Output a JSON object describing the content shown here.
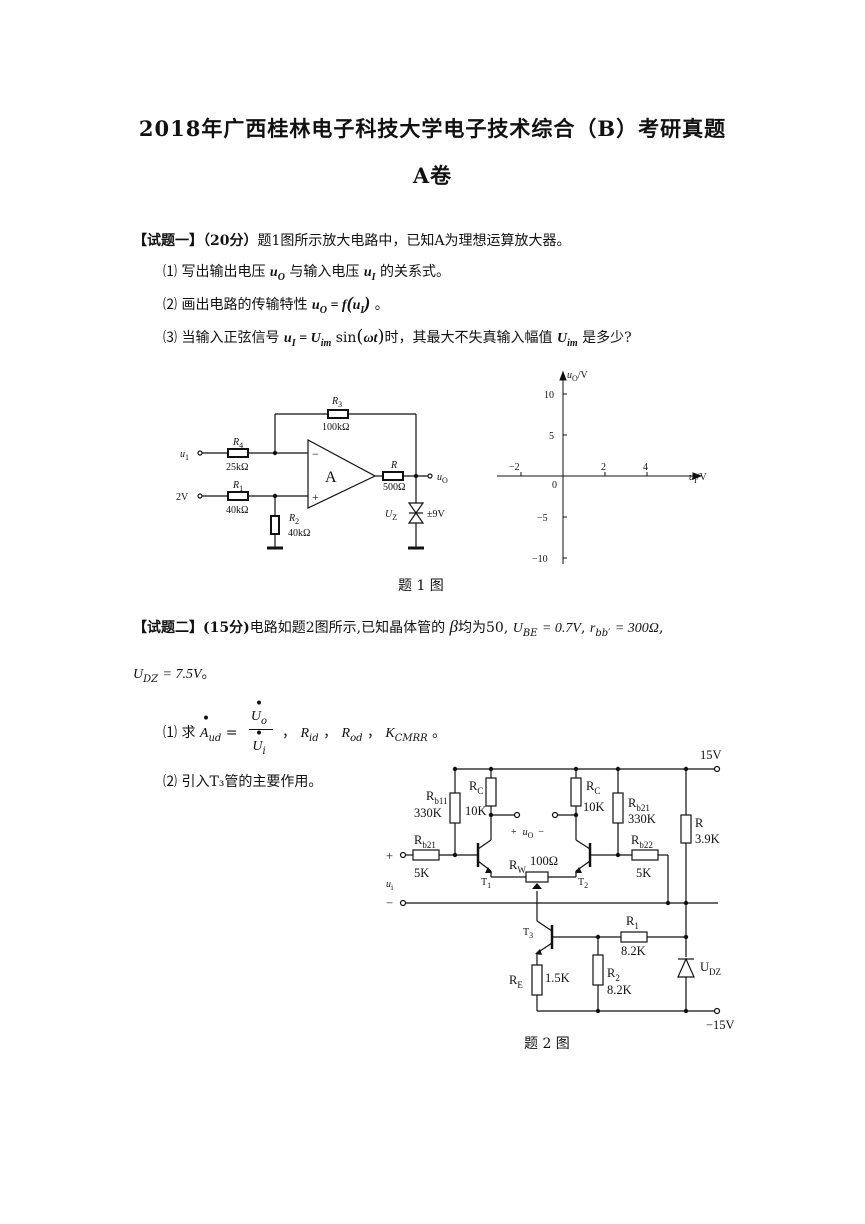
{
  "title": "2018年广西桂林电子科技大学电子技术综合（B）考研真题",
  "subtitle": "A卷",
  "q1": {
    "head": "【试题一】（20分）",
    "text": "题1图所示放大电路中，已知A为理想运算放大器。",
    "items": [
      {
        "num": "⑴",
        "pre": "写出输出电压",
        "mid": "与输入电压",
        "post": "的关系式。"
      },
      {
        "num": "⑵",
        "pre": "画出电路的传输特性",
        "post": "。"
      },
      {
        "num": "⑶",
        "pre": "当输入正弦信号",
        "mid": "时，其最大不失真输入幅值",
        "post": "是多少?"
      }
    ],
    "figure_caption": "题 1 图",
    "circuit": {
      "R3": "R",
      "R3_sub": "3",
      "R3_val": "100kΩ",
      "R4": "R",
      "R4_sub": "4",
      "R4_val": "25kΩ",
      "R1": "R",
      "R1_sub": "1",
      "R1_val": "40kΩ",
      "R2": "R",
      "R2_sub": "2",
      "R2_val": "40kΩ",
      "R": "R",
      "R_val": "500Ω",
      "u1": "u",
      "u1_sub": "1",
      "v2": "2V",
      "amp": "A",
      "minus": "−",
      "plus": "+",
      "uo": "u",
      "uo_sub": "O",
      "uz": "U",
      "uz_sub": "Z",
      "pm9": "±9V"
    },
    "axes": {
      "ylabel": "u",
      "ylabel_sub": "O",
      "ylabel_unit": "/V",
      "xlabel": "u",
      "xlabel_sub": "I",
      "xlabel_unit": "/V",
      "yticks": [
        "10",
        "5",
        "−5",
        "−10"
      ],
      "xticks": [
        "−2",
        "2",
        "4"
      ],
      "origin": "0"
    }
  },
  "q2": {
    "head": "【试题二】(15分)",
    "text1": "电路如题2图所示,已知晶体管的",
    "text2": "均为50,",
    "beta": "β",
    "ube": "U",
    "ube_sub": "BE",
    "ube_val": "= 0.7V",
    "rbb": "r",
    "rbb_sub": "bb′",
    "rbb_val": "= 300Ω",
    "udz": "U",
    "udz_sub": "DZ",
    "udz_val": "= 7.5V",
    "item1_num": "⑴",
    "item1_pre": "求",
    "aud": "A",
    "aud_sub": "ud",
    "uo_frac": "U",
    "uo_frac_sub": "o",
    "ui_frac": "U",
    "ui_frac_sub": "i",
    "rid": "R",
    "rid_sub": "id",
    "rod": "R",
    "rod_sub": "od",
    "kcmrr": "K",
    "kcmrr_sub": "CMRR",
    "item2_num": "⑵",
    "item2_text": "引入T₃管的主要作用。",
    "figure_caption": "题 2 图",
    "circuit": {
      "vcc": "15V",
      "vee": "−15V",
      "rb11": "R",
      "rb11_sub": "b11",
      "rb11_val": "330K",
      "rc1": "R",
      "rc1_sub": "C",
      "rc1_val": "10K",
      "rc2": "R",
      "rc2_sub": "C",
      "rc2_val": "10K",
      "rb21a": "R",
      "rb21a_sub": "b21",
      "rb21a_val": "330K",
      "rb21": "R",
      "rb21_sub": "b21",
      "rb21_val": "5K",
      "rb22": "R",
      "rb22_sub": "b22",
      "rb22_val": "5K",
      "rw": "R",
      "rw_sub": "W",
      "rw_val": "100Ω",
      "r": "R",
      "r_val": "3.9K",
      "r1": "R",
      "r1_sub": "1",
      "r1_val": "8.2K",
      "r2": "R",
      "r2_sub": "2",
      "r2_val": "8.2K",
      "re": "R",
      "re_sub": "E",
      "re_val": "1.5K",
      "t1": "T",
      "t1_sub": "1",
      "t2": "T",
      "t2_sub": "2",
      "t3": "T",
      "t3_sub": "3",
      "udz": "U",
      "udz_sub": "DZ",
      "ui": "u",
      "ui_sub": "i",
      "uo_plus": "+",
      "uo": "u",
      "uo_sub": "O",
      "uo_minus": "−",
      "in_plus": "+",
      "in_minus": "−"
    }
  }
}
